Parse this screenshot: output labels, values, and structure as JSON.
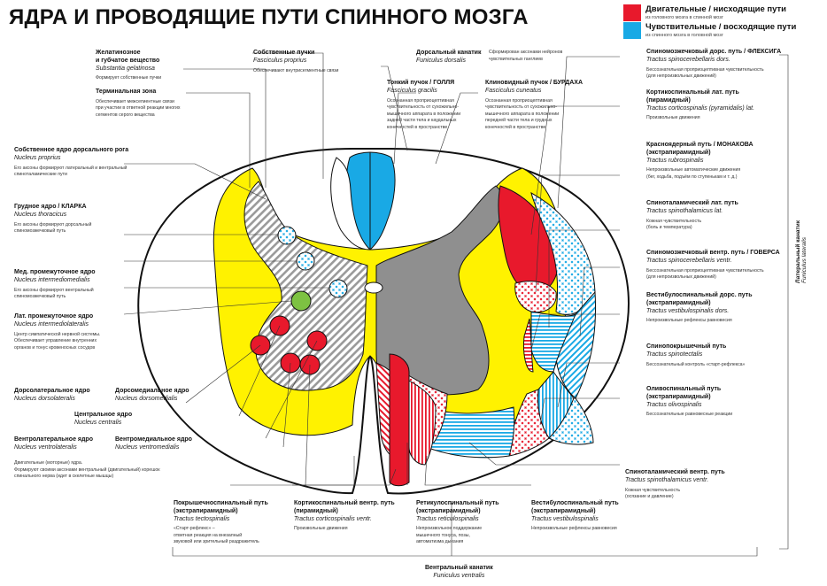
{
  "title": "ЯДРА И ПРОВОДЯЩИЕ ПУТИ СПИННОГО МОЗГА",
  "legend": [
    {
      "color": "#e8192c",
      "label": "Двигательные / нисходящие пути",
      "sub": "из головного мозга в спинной мозг"
    },
    {
      "color": "#19a9e5",
      "label": "Чувствительные / восходящие пути",
      "sub": "из спинного мозга в головной мозг"
    }
  ],
  "colors": {
    "yellow": "#fff200",
    "blue": "#19a9e5",
    "red": "#e8192c",
    "green": "#7dc242",
    "gray": "#8f8f8f"
  },
  "labels": {
    "gelatinosa": {
      "t": "Желатинозное",
      "t2": "и губчатое вещество",
      "l": "Substantia gelatinosa",
      "d": [
        "Формирует собственные пучки"
      ]
    },
    "terminal": {
      "t": "Терминальная зона",
      "d": [
        "Обеспечивает межсегментные связи",
        "при участии в ответной реакции многих",
        "сегментов серого вещества"
      ]
    },
    "proprius": {
      "t": "Собственные пучки",
      "l": "Fasciculus proprius",
      "d": [
        "Обеспечивают внутрисегментные связи"
      ]
    },
    "dorsal_canal": {
      "t": "Дорсальный канатик",
      "l": "Funiculus dorsalis",
      "d": [
        "Сформирован аксонами нейронов",
        "чувствительных ганглиев"
      ]
    },
    "gracilis": {
      "t": "Тонкий пучок / ГОЛЛЯ",
      "l": "Fasciculus gracilis",
      "d": [
        "Осознанная проприоцептивная",
        "чувствительность от сухожильно-",
        "мышечного аппарата в положении",
        "задней части тела и каудальных",
        "конечностей в пространстве"
      ]
    },
    "cuneatus": {
      "t": "Клиновидный пучок / БУРДАХА",
      "l": "Fasciculus cuneatus",
      "d": [
        "Осознанная проприоцептивная",
        "чувствительность от сухожильно-",
        "мышечного аппарата в положении",
        "передней части тела и грудных",
        "конечностей в пространстве"
      ]
    },
    "nproprius": {
      "t": "Собственное ядро дорсального рога",
      "l": "Nucleus proprius",
      "d": [
        "Его аксоны формируют латеральный и вентральный",
        "спиноталамические пути"
      ]
    },
    "clarke": {
      "t": "Грудное ядро / КЛАРКА",
      "l": "Nucleus thoracicus",
      "d": [
        "Его аксоны формируют дорсальный",
        "спиномозжечковый путь"
      ]
    },
    "intermediomedial": {
      "t": "Мед. промежуточное ядро",
      "l": "Nucleus intermediomedialis",
      "d": [
        "Его аксоны формируют вентральный",
        "спиномозжечковый путь"
      ]
    },
    "intermediolateral": {
      "t": "Лат. промежуточное ядро",
      "l": "Nucleus intermediolateralis",
      "d": [
        "Центр симпатической нервной системы.",
        "Обеспечивает управление внутренних",
        "органов и тонус кровеносных сосудов"
      ]
    },
    "dorsolateral": {
      "t": "Дорсолатеральное ядро",
      "l": "Nucleus dorsolateralis"
    },
    "dorsomedial": {
      "t": "Дорсомедиальное ядро",
      "l": "Nucleus dorsomedialis"
    },
    "central": {
      "t": "Центральное ядро",
      "l": "Nucleus centralis"
    },
    "ventrolateral": {
      "t": "Вентролатеральное ядро",
      "l": "Nucleus ventrolateralis"
    },
    "ventromedial": {
      "t": "Вентромедиальное ядро",
      "l": "Nucleus ventromedialis"
    },
    "motor_note": {
      "d": [
        "Двигательные (моторные) ядра.",
        "Формируют своими аксонами вентральный (двигательный) корешок",
        "спинального нерва (идет в скелетные мышцы)"
      ]
    },
    "flechsig": {
      "t": "Спиномозжечковый дорс. путь / ФЛЕКСИГА",
      "l": "Tractus spinocerebellaris dors.",
      "d": [
        "Бессознательная проприоцептивная чувствительность",
        "(для непроизвольных движений)"
      ]
    },
    "cst_lat": {
      "t": "Кортикоспинальный лат. путь",
      "t2": "(пирамидный)",
      "l": "Tractus corticospinalis (pyramidalis) lat.",
      "d": [
        "Произвольные движения"
      ]
    },
    "rubro": {
      "t": "Красноядерный путь / МОНАКОВА",
      "t2": "(экстрапирамидный)",
      "l": "Tractus rubrospinalis",
      "d": [
        "Непроизвольные автоматические движения",
        "(бег, ходьба, подъём по ступенькам и т. д.)"
      ]
    },
    "stt_lat": {
      "t": "Спиноталамический лат. путь",
      "l": "Tractus spinothalamicus lat.",
      "d": [
        "Кожная чувствительность",
        "(боль и температура)"
      ]
    },
    "gowers": {
      "t": "Спиномозжечковый вентр. путь / ГОВЕРСА",
      "l": "Tractus spinocerebellaris ventr.",
      "d": [
        "Бессознательная проприоцептивная чувствительность",
        "(для непроизвольных движений)"
      ]
    },
    "vest_dors": {
      "t": "Вестибулоспинальный дорс. путь",
      "t2": "(экстрапирамидный)",
      "l": "Tractus vestibulospinalis dors.",
      "d": [
        "Непроизвольные рефлексы равновесия"
      ]
    },
    "spinotectal": {
      "t": "Спинопокрышечный путь",
      "l": "Tractus spinotectalis",
      "d": [
        "Бессознательный контроль «старт-рефлекса»"
      ]
    },
    "olivo": {
      "t": "Оливоспинальный путь",
      "t2": "(экстрапирамидный)",
      "l": "Tractus olivospinalis",
      "d": [
        "Бессознательные равновесные реакции"
      ]
    },
    "stt_ventr": {
      "t": "Спиноталамический вентр. путь",
      "l": "Tractus spinothalamicus ventr.",
      "d": [
        "Кожная чувствительность",
        "(осязание и давление)"
      ]
    },
    "tecto": {
      "t": "Покрышечноспинальный путь",
      "t2": "(экстрапирамидный)",
      "l": "Tractus tectospinalis",
      "d": [
        "«Старт-рефлекс» –",
        "ответная реакция на внезапный",
        "звуковой или зрительный раздражитель"
      ]
    },
    "cst_ventr": {
      "t": "Кортикоспинальный вентр. путь",
      "t2": "(пирамидный)",
      "l": "Tractus corticospinalis ventr.",
      "d": [
        "Произвольные движения"
      ]
    },
    "reticulo": {
      "t": "Ретикулоспинальный путь",
      "t2": "(экстрапирамидный)",
      "l": "Tractus reticulospinalis",
      "d": [
        "Непроизвольное поддержание",
        "мышечного тонуса, позы,",
        "автоматизма дыхания"
      ]
    },
    "vest_ventr": {
      "t": "Вестибулоспинальный путь",
      "t2": "(экстрапирамидный)",
      "l": "Tractus vestibulospinalis",
      "d": [
        "Непроизвольные рефлексы равновесия"
      ]
    },
    "ventral_canal": {
      "t": "Вентральный канатик",
      "l": "Funiculus ventralis"
    },
    "lateral_canal": {
      "t": "Латеральный канатик",
      "l": "Funiculus lateralis"
    }
  }
}
